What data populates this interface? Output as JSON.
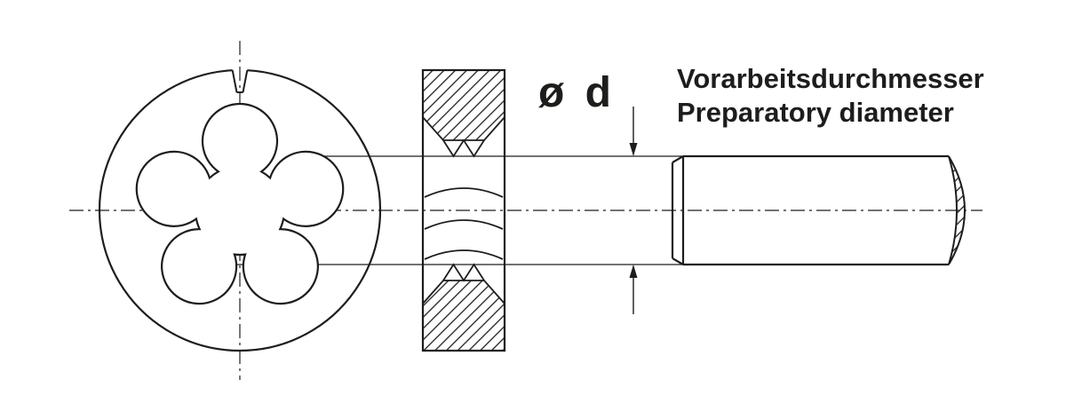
{
  "drawing": {
    "dimension_label": "ø d",
    "caption": {
      "german": "Vorarbeitsdurchmesser",
      "english": "Preparatory diameter"
    },
    "colors": {
      "line": "#1d1d1b",
      "background": "#ffffff"
    }
  }
}
